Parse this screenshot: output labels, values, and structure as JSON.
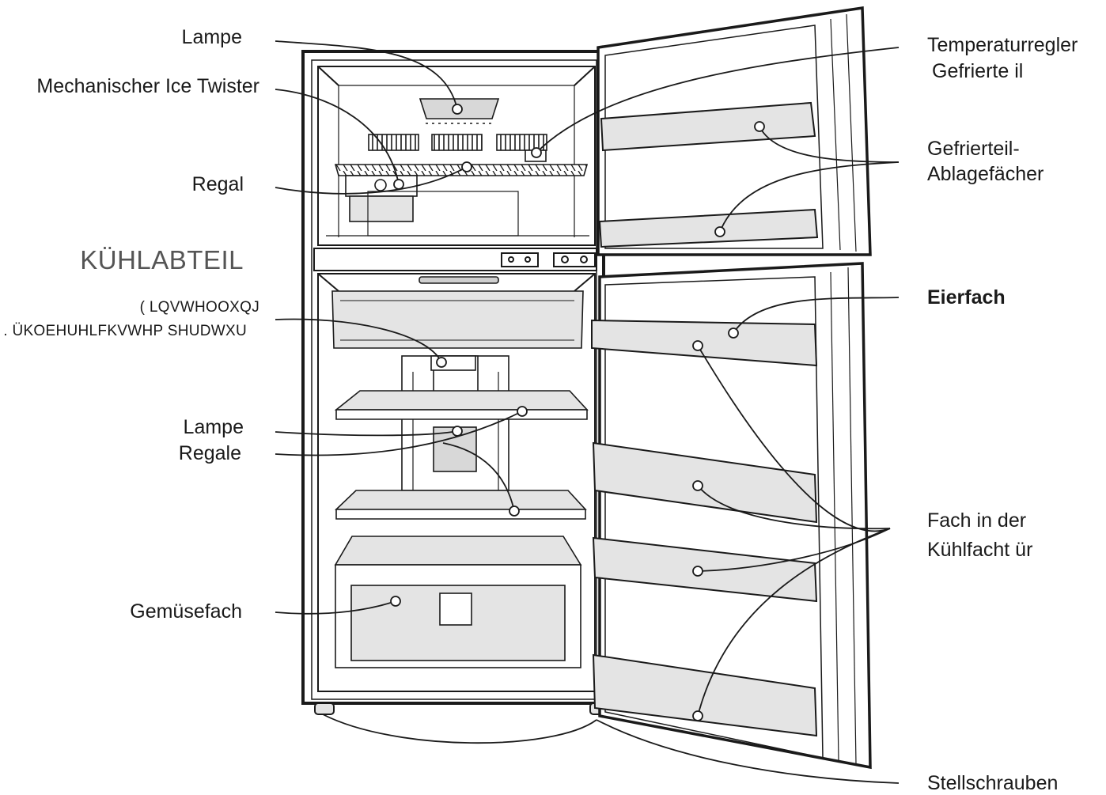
{
  "labels": {
    "lampe_top": "Lampe",
    "ice_twister": "Mechanischer Ice Twister",
    "regal": "Regal",
    "kuehlabteil": "KÜHLABTEIL",
    "garbled_line1": "( LQVWHOOXQJ",
    "garbled_line2": ". ÜKOEHUHLFKVWHP SHUDWXU",
    "lampe_mid": "Lampe",
    "regale": "Regale",
    "gemuesefach": "Gemüsefach",
    "temp_line1": "Temperaturregler",
    "temp_line2": "Gefrierte il",
    "gefrier_line1": "Gefrierteil-",
    "gefrier_line2": "Ablagefächer",
    "eierfach": "Eierfach",
    "fach_line1": "Fach in der",
    "fach_line2": "Kühlfacht ür",
    "stellschrauben": "Stellschrauben"
  },
  "colors": {
    "line": "#1a1a1a",
    "shade": "#e4e4e4",
    "shade_dark": "#cfcfcf",
    "section": "#555555"
  }
}
